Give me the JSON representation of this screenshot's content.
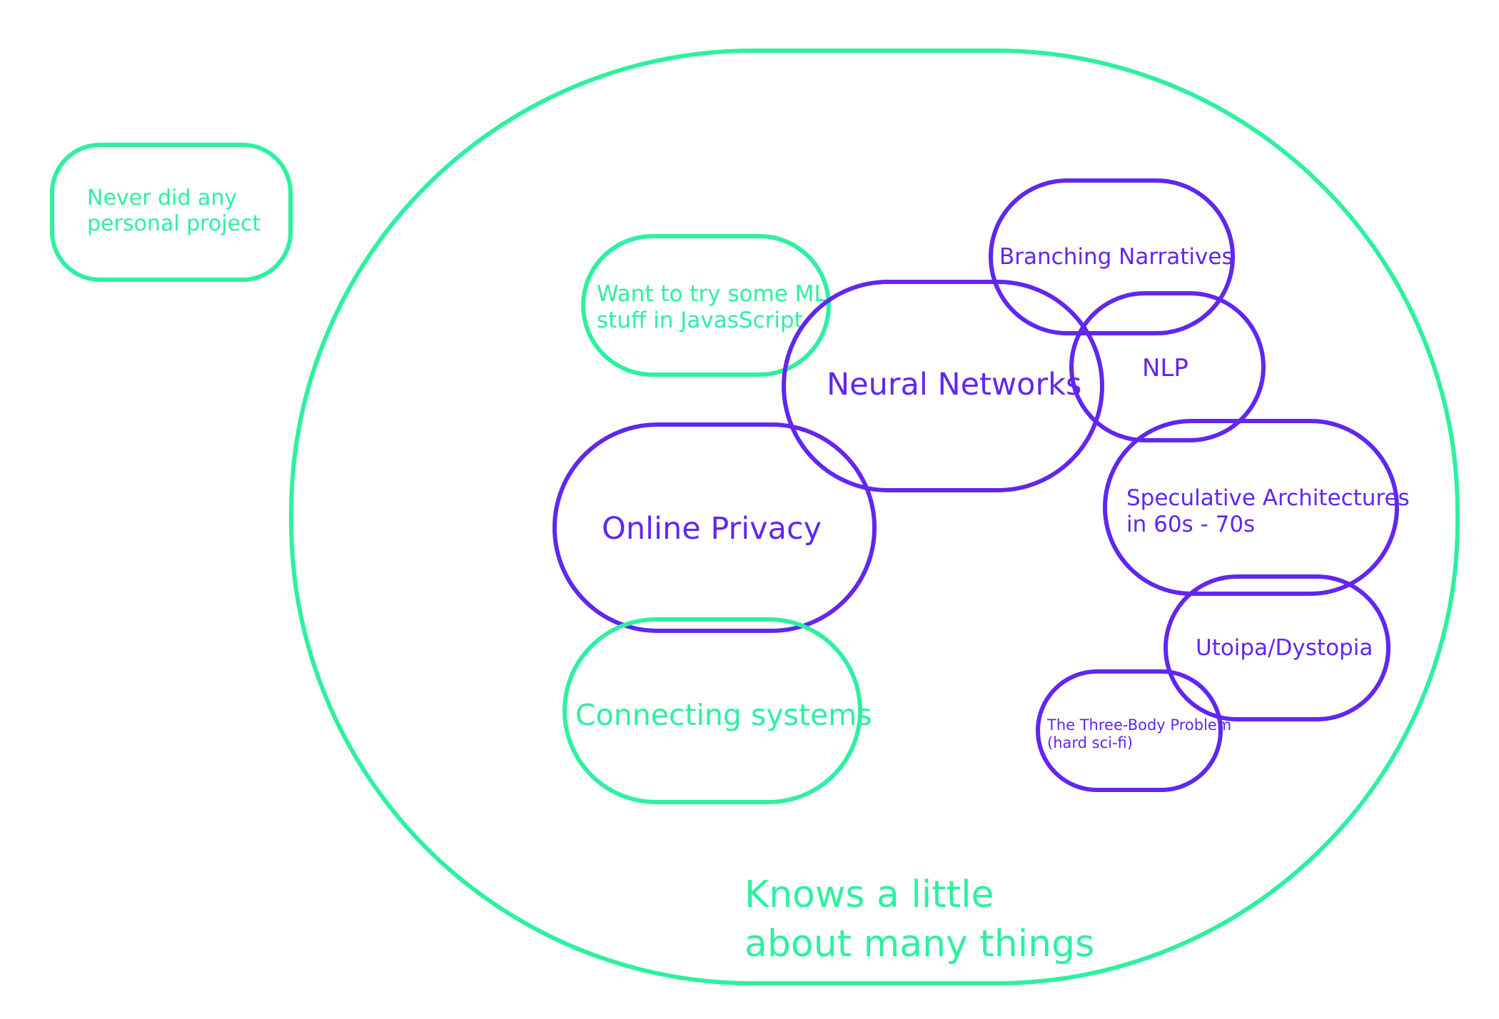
{
  "colors": {
    "green": "#2df0a0",
    "purple": "#6126f0"
  },
  "outer": {
    "label_line1": "Knows a little",
    "label_line2": "about many things"
  },
  "outside": {
    "label_line1": "Never did any",
    "label_line2": "personal project"
  },
  "topics": {
    "ml_js": {
      "line1": "Want to try some ML",
      "line2": "stuff in JavasScript"
    },
    "neural_networks": {
      "label": "Neural Networks"
    },
    "branching_narratives": {
      "label": "Branching Narratives"
    },
    "nlp": {
      "label": "NLP"
    },
    "online_privacy": {
      "label": "Online Privacy"
    },
    "speculative_architectures": {
      "line1": "Speculative Architectures",
      "line2": "in 60s - 70s"
    },
    "connecting_systems": {
      "label": "Connecting systems"
    },
    "utopia_dystopia": {
      "label": "Utoipa/Dystopia"
    },
    "three_body": {
      "line1": "The Three-Body Problem",
      "line2": "(hard sci-fi)"
    }
  }
}
